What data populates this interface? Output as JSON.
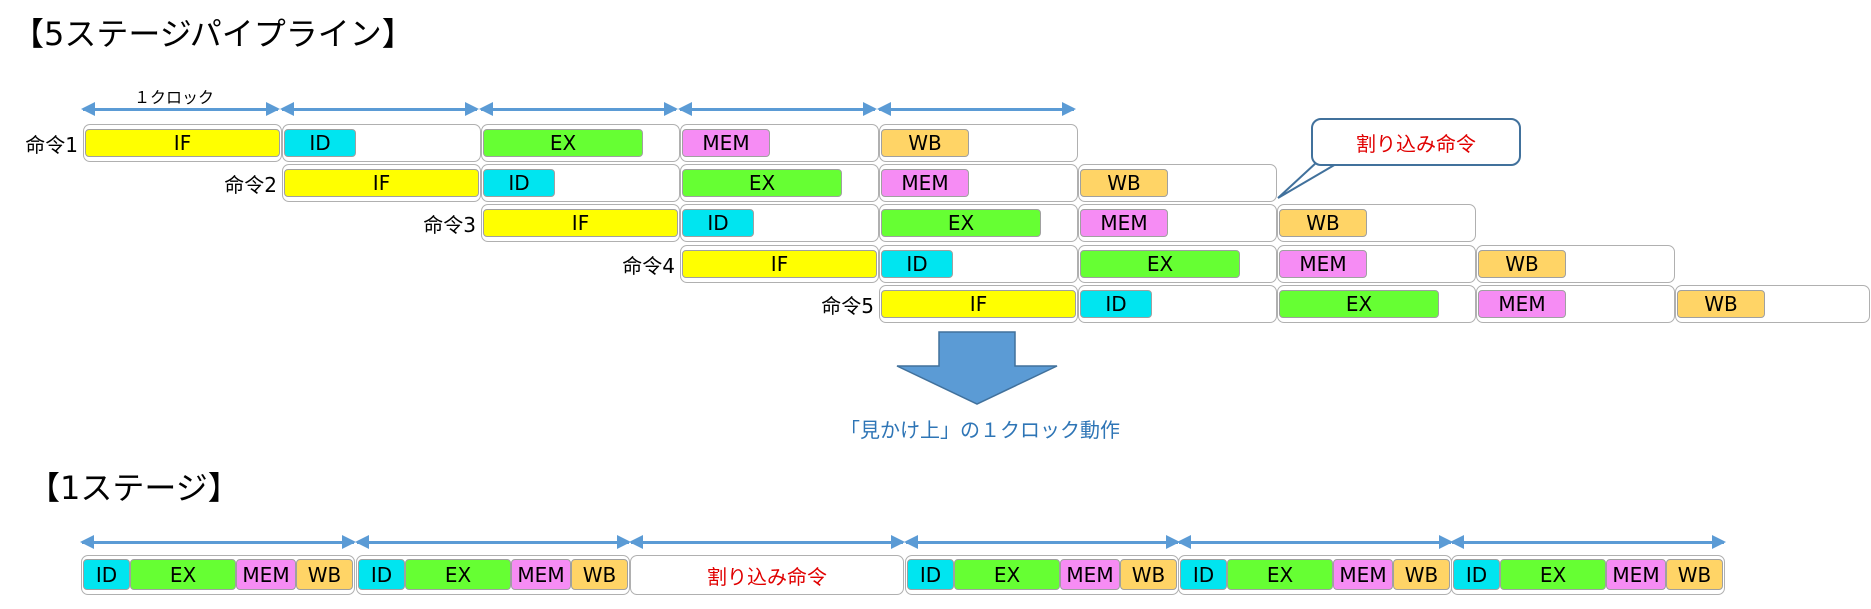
{
  "pipeline_section": {
    "title": "【5ステージパイプライン】",
    "clock_label": "１クロック",
    "instructions": [
      {
        "label": "命令1",
        "stages": [
          "IF",
          "ID",
          "EX",
          "MEM",
          "WB"
        ]
      },
      {
        "label": "命令2",
        "stages": [
          "IF",
          "ID",
          "EX",
          "MEM",
          "WB"
        ]
      },
      {
        "label": "命令3",
        "stages": [
          "IF",
          "ID",
          "EX",
          "MEM",
          "WB"
        ]
      },
      {
        "label": "命令4",
        "stages": [
          "IF",
          "ID",
          "EX",
          "MEM",
          "WB"
        ]
      },
      {
        "label": "命令5",
        "stages": [
          "IF",
          "ID",
          "EX",
          "MEM",
          "WB"
        ]
      }
    ],
    "callout": "割り込み命令",
    "down_arrow_caption": "「見かけ上」の１クロック動作"
  },
  "single_stage_section": {
    "title": "【1ステージ】",
    "groups": [
      {
        "stages": [
          "ID",
          "EX",
          "MEM",
          "WB"
        ]
      },
      {
        "stages": [
          "ID",
          "EX",
          "MEM",
          "WB"
        ]
      },
      {
        "interrupt": "割り込み命令"
      },
      {
        "stages": [
          "ID",
          "EX",
          "MEM",
          "WB"
        ]
      },
      {
        "stages": [
          "ID",
          "EX",
          "MEM",
          "WB"
        ]
      },
      {
        "stages": [
          "ID",
          "EX",
          "MEM",
          "WB"
        ]
      }
    ]
  },
  "colors": {
    "IF": "#ffff00",
    "ID": "#00e5f0",
    "EX": "#66ff33",
    "MEM": "#f68cf4",
    "WB": "#ffd466",
    "arrow": "#5b9bd5",
    "interrupt_text": "#e00000",
    "caption_text": "#2e75b6"
  }
}
